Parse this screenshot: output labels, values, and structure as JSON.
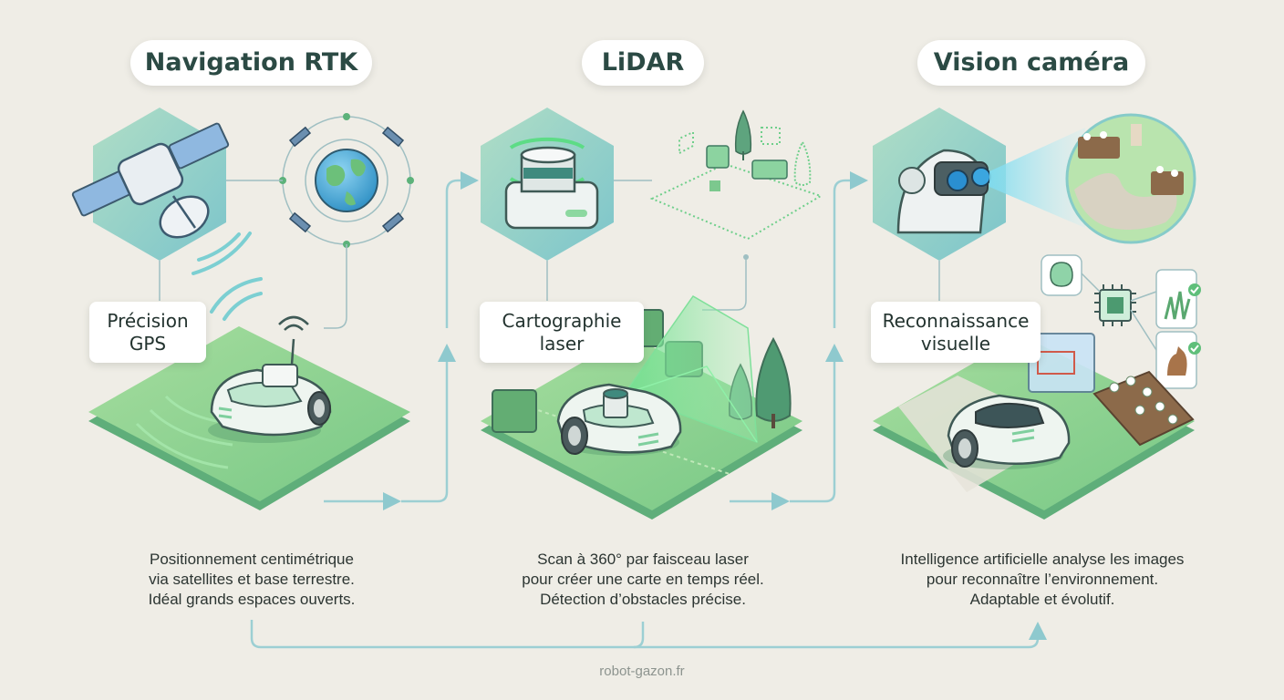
{
  "columns": [
    {
      "title": "Navigation RTK",
      "callout": [
        "Précision",
        "GPS"
      ],
      "description": [
        "Positionnement centimétrique",
        "via satellites et base terrestre.",
        "Idéal grands espaces ouverts."
      ],
      "icons": [
        "satellite-icon",
        "earth-orbit-icon",
        "signal-waves-icon",
        "robot-mower-rtk-icon"
      ]
    },
    {
      "title": "LiDAR",
      "callout": [
        "Cartographie",
        "laser"
      ],
      "description": [
        "Scan à 360° par faisceau laser",
        "pour créer une carte en temps réel.",
        "Détection d’obstacles précise."
      ],
      "icons": [
        "lidar-sensor-icon",
        "point-cloud-map-icon",
        "laser-scan-beam-icon",
        "robot-mower-lidar-icon"
      ]
    },
    {
      "title": "Vision caméra",
      "callout": [
        "Reconnaissance",
        "visuelle"
      ],
      "description": [
        "Intelligence artificielle analyse les images",
        "pour reconnaître l’environnement.",
        "Adaptable et évolutif."
      ],
      "icons": [
        "robot-camera-head-icon",
        "garden-view-icon",
        "ai-brain-icon",
        "chip-icon",
        "grass-check-icon",
        "animal-check-icon",
        "robot-mower-vision-icon"
      ]
    }
  ],
  "footer": "robot-gazon.fr",
  "colors": {
    "background": "#efede6",
    "grass": "#8fd28f",
    "grass_dark": "#5fb47a",
    "teal_accent": "#7cc3c8",
    "text_dark": "#2b4a44"
  }
}
